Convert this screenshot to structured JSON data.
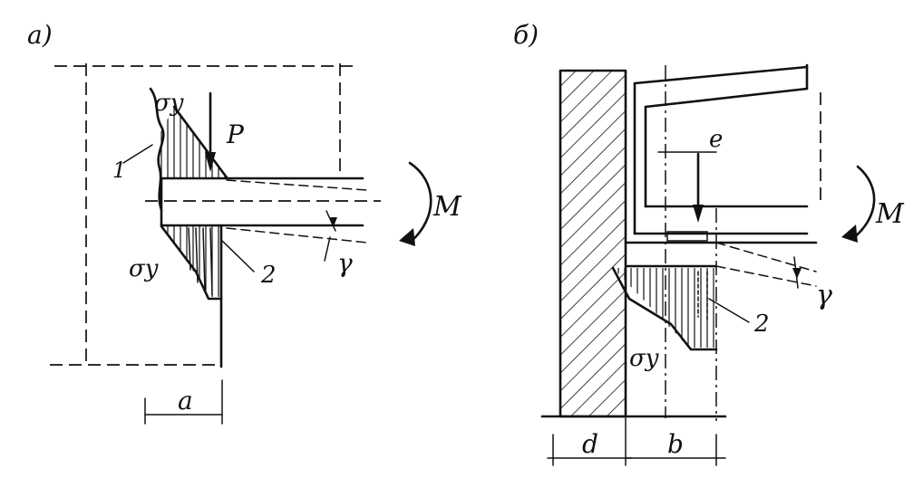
{
  "panel_a": {
    "tag": "а)",
    "sigma_top": "σy",
    "force": "P",
    "callout_1": "1",
    "moment": "M",
    "sigma_bottom": "σy",
    "callout_2": "2",
    "gamma": "γ",
    "dim_a": "a"
  },
  "panel_b": {
    "tag": "б)",
    "ecc": "e",
    "moment": "M",
    "gamma": "γ",
    "callout_2": "2",
    "sigma": "σy",
    "dim_d": "d",
    "dim_b": "b"
  }
}
